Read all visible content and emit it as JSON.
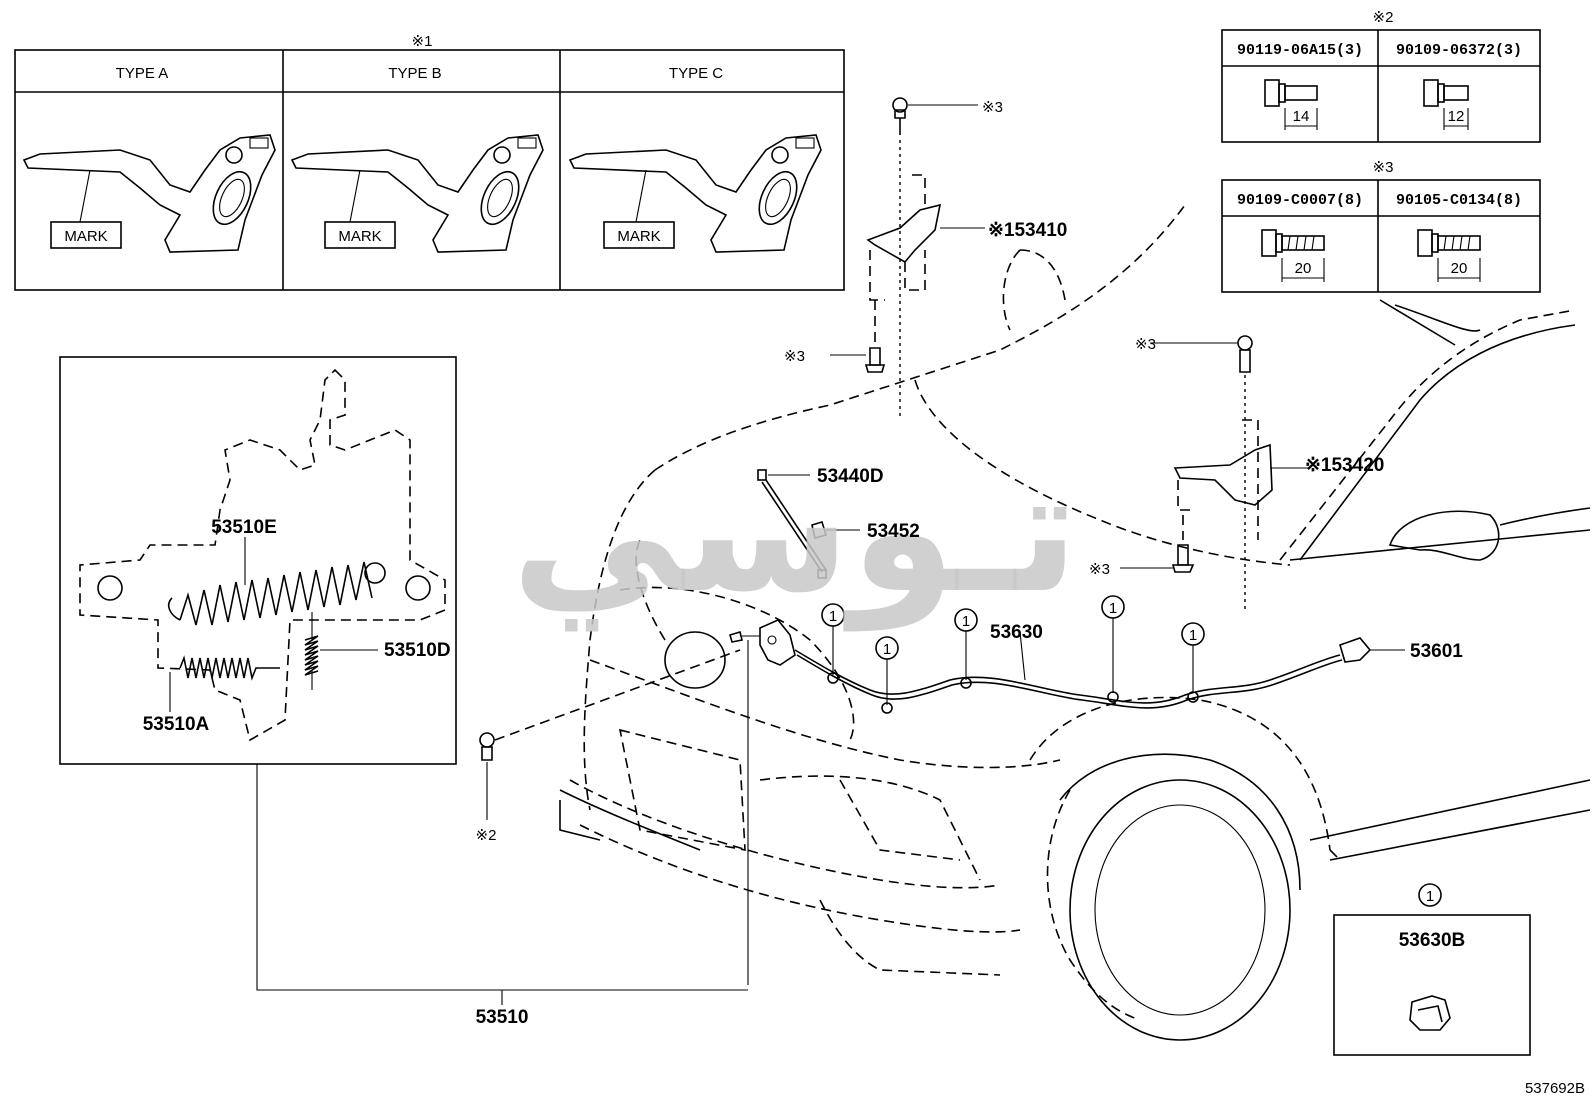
{
  "type_table": {
    "note": "※1",
    "types": [
      "TYPE A",
      "TYPE B",
      "TYPE C"
    ],
    "mark_label": "MARK"
  },
  "bolt_table_2": {
    "note": "※2",
    "parts": [
      {
        "number": "90119-06A15(3)",
        "dimension": "14"
      },
      {
        "number": "90109-06372(3)",
        "dimension": "12"
      }
    ]
  },
  "bolt_table_3": {
    "note": "※3",
    "parts": [
      {
        "number": "90109-C0007(8)",
        "dimension": "20"
      },
      {
        "number": "90105-C0134(8)",
        "dimension": "20"
      }
    ]
  },
  "callouts": {
    "p53410": "※153410",
    "p53420": "※153420",
    "p53440D": "53440D",
    "p53452": "53452",
    "p53630": "53630",
    "p53601": "53601",
    "p53510": "53510",
    "p53510E": "53510E",
    "p53510D": "53510D",
    "p53510A": "53510A",
    "s3_top": "※3",
    "s3_left": "※3",
    "s3_right_top": "※3",
    "s3_right_bottom": "※3",
    "s2_bolt": "※2"
  },
  "clip_ref": "1",
  "clip_box": {
    "ref": "1",
    "part": "53630B"
  },
  "diagram_id": "537692B",
  "watermark": "تـوسي"
}
